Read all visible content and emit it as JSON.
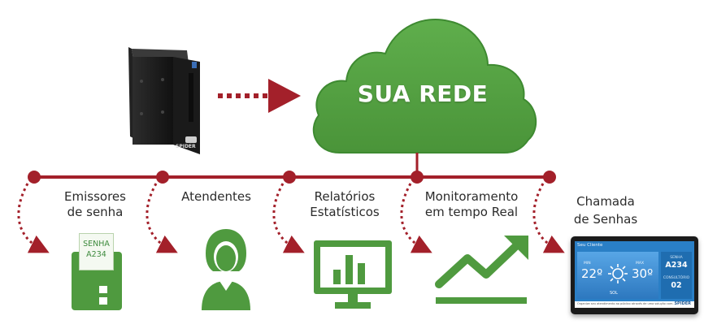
{
  "cloud": {
    "label": "SUA REDE"
  },
  "device": {
    "brand": "SPIDER"
  },
  "nodes": [
    {
      "lines": [
        "Emissores",
        "de senha"
      ]
    },
    {
      "lines": [
        "Atendentes"
      ]
    },
    {
      "lines": [
        "Relatórios",
        "Estatísticos"
      ]
    },
    {
      "lines": [
        "Monitoramento",
        "em tempo Real"
      ]
    },
    {
      "lines": [
        "Chamada",
        "de Senhas"
      ]
    }
  ],
  "ticket": {
    "line1": "SENHA",
    "line2": "A234"
  },
  "tv": {
    "title": "Seu Cliente",
    "temp_min": "22º",
    "temp_max": "30º",
    "min_label": "MIN",
    "max_label": "MAX",
    "condition": "SOL",
    "senha_label": "SENHA",
    "senha_value": "A234",
    "consultorio_label": "CONSULTÓRIO",
    "consultorio_value": "02",
    "footer": "Organize seu atendimento ao público através de uma solução com...",
    "logo": "SPIDER"
  },
  "colors": {
    "green": "#4f9a3f",
    "green_dark": "#3c7f30",
    "red": "#a3202a",
    "white": "#ffffff"
  }
}
